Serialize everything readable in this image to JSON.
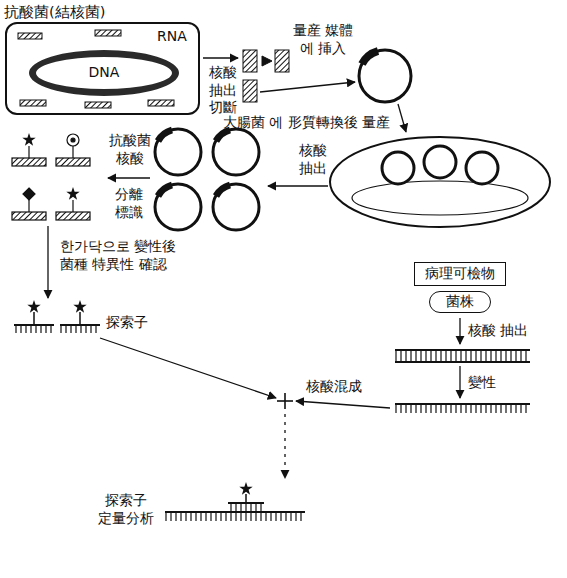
{
  "diagram": {
    "nodes": [
      {
        "text": [
          "抗酸菌(結核菌)",
          "RNA"
        ]
      },
      {
        "text": [
          "DNA"
        ],
        "in": 0
      },
      {
        "text": [
          "病理可檢物"
        ]
      },
      {
        "text": [
          "菌株"
        ]
      }
    ],
    "labels": [
      "核酸 抽出 切斷",
      "量産 媒體 에 挿入",
      "大腸菌 에 形質轉換後 量産",
      "核酸 抽出",
      "抗酸菌 核酸",
      "分離 標識",
      "한가닥으로 變性後 菌種 特異性 確認",
      "探索子",
      "核酸 抽出",
      "變性",
      "核酸混成",
      "探索子 定量分析"
    ]
  }
}
